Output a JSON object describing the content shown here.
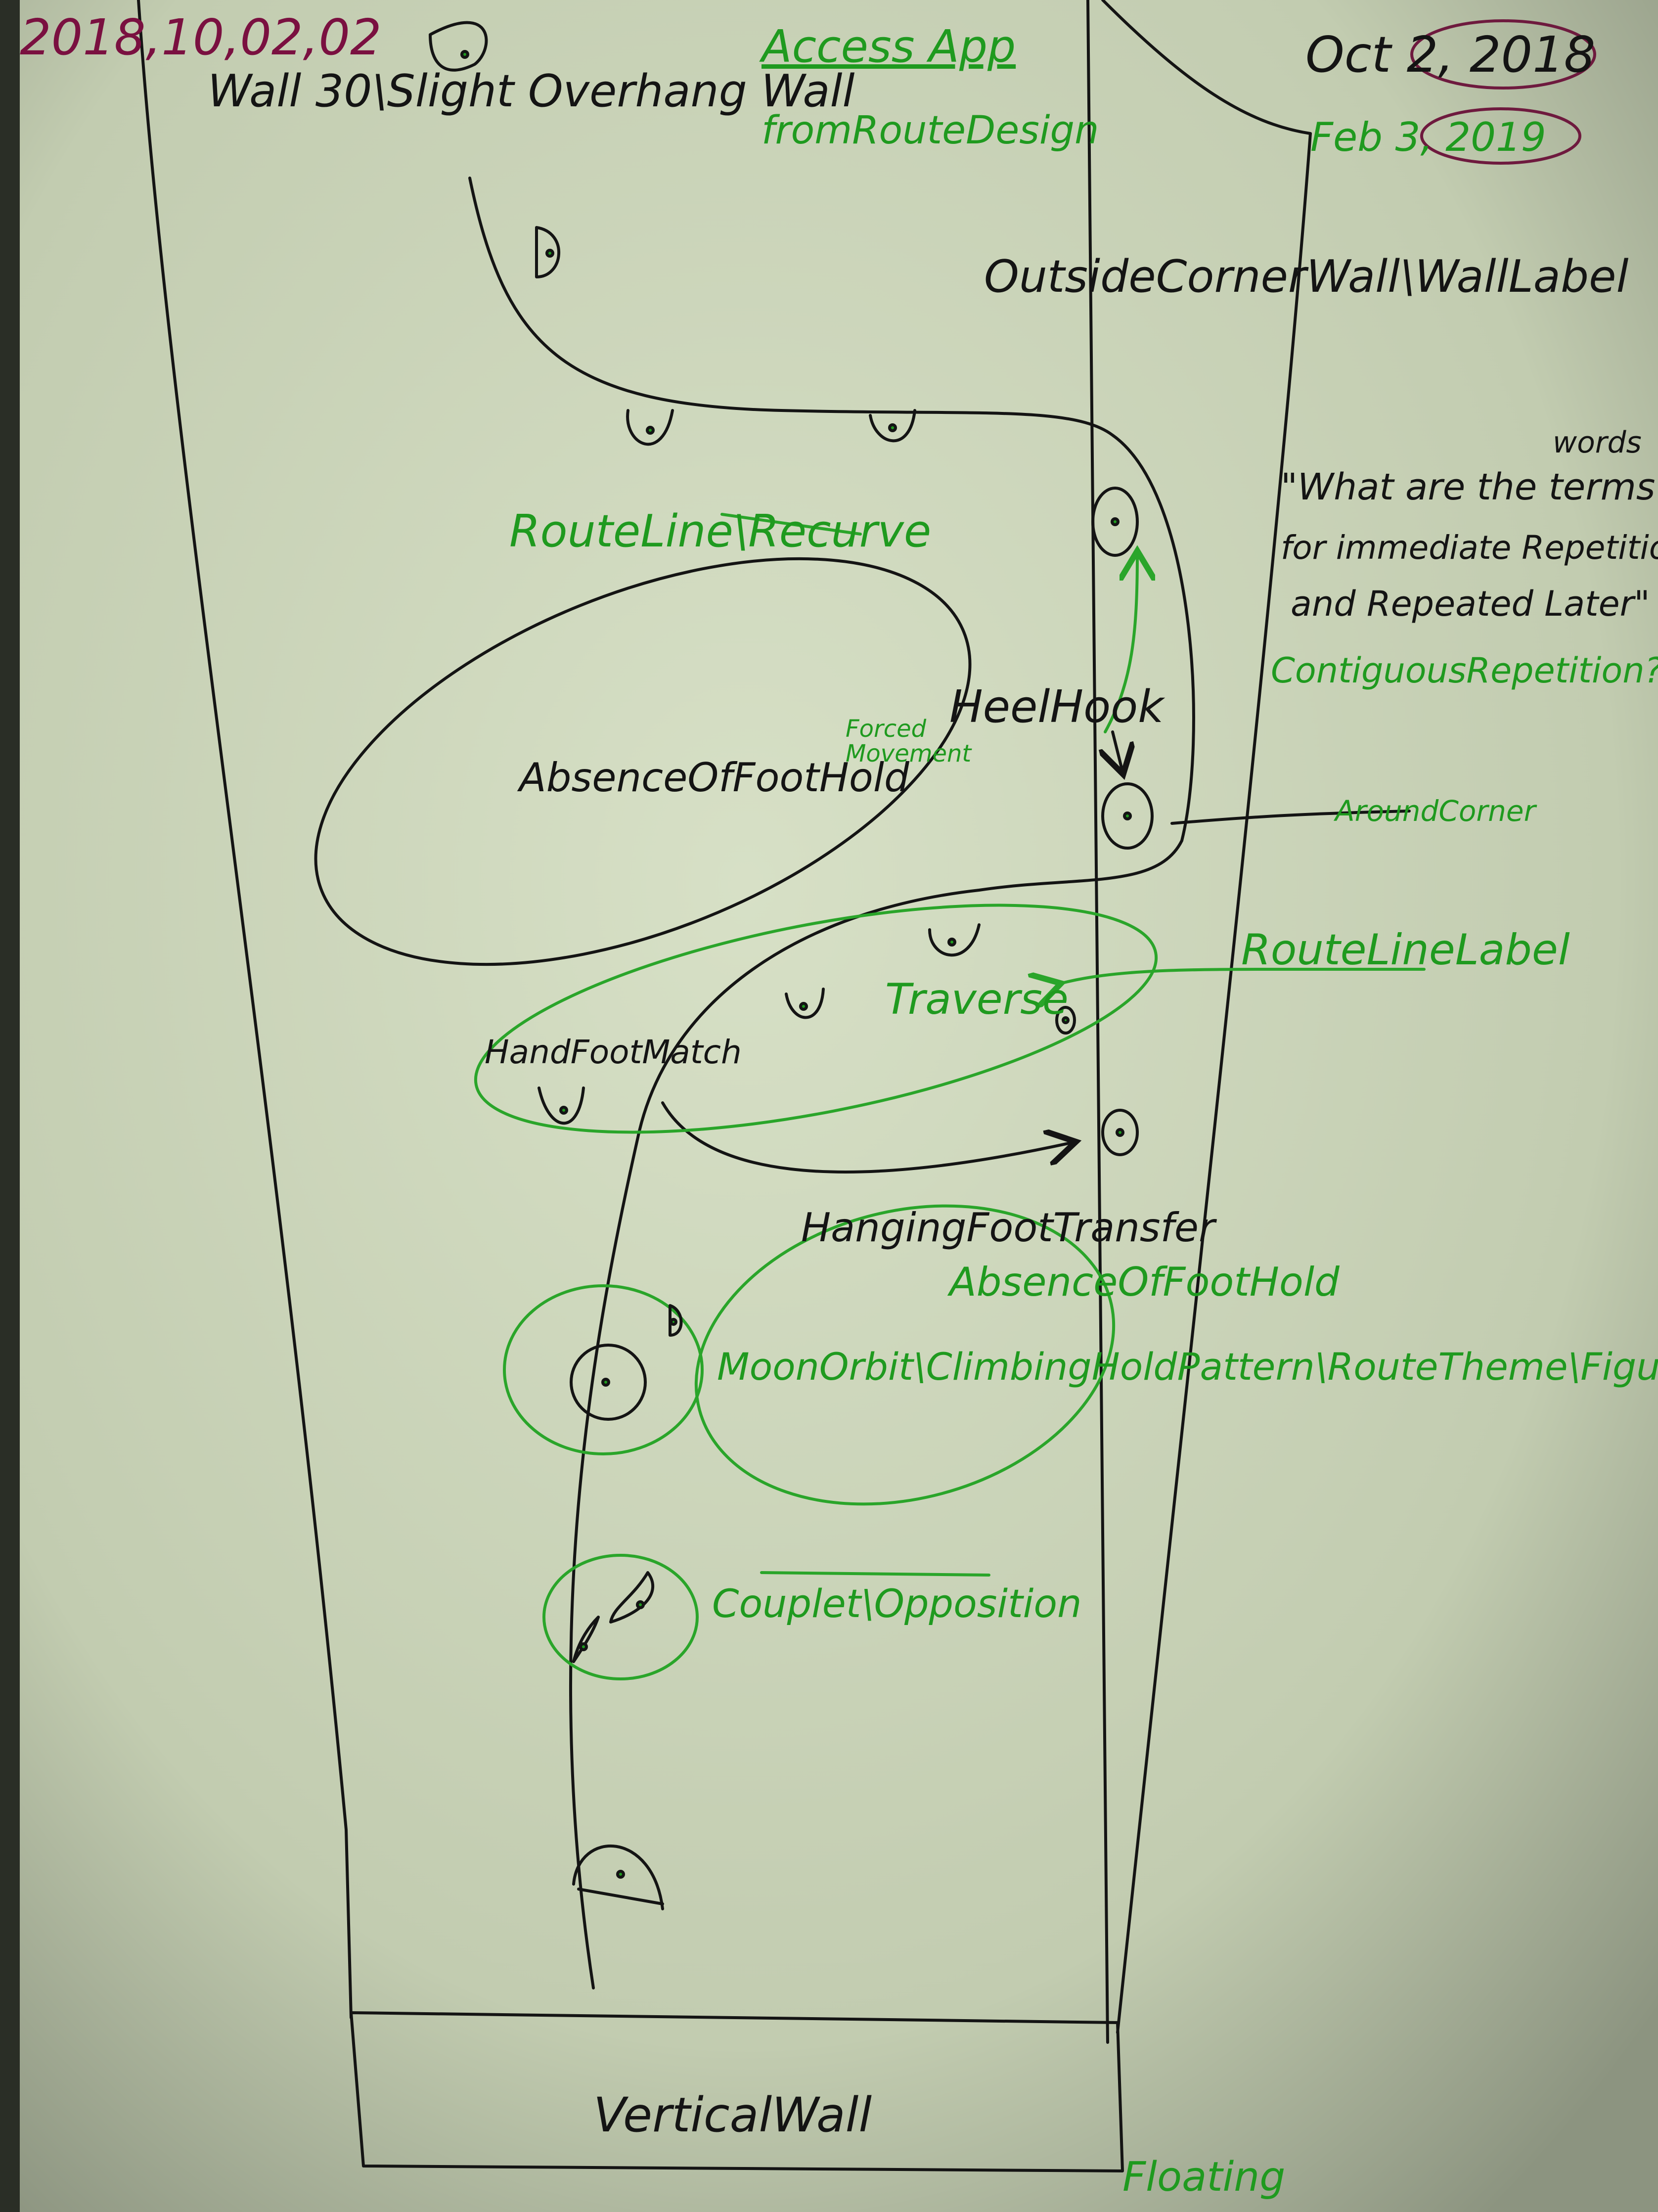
{
  "dates": {
    "top_left": "2018,10,02,02",
    "top_right": "Oct 2, 2018",
    "top_right_secondary": "Feb 3, 2019"
  },
  "labels": {
    "wall_title": "Wall 30\\Slight Overhang Wall",
    "access_app": "Access App",
    "from_route_design": "fromRouteDesign",
    "outside_corner": "OutsideCornerWall\\WallLabel",
    "route_line_recurve": "RouteLine\\Recurve",
    "absence_foothold_main": "AbsenceOfFootHold",
    "forced_movement_1": "Forced",
    "forced_movement_2": "Movement",
    "heel_hook": "HeelHook",
    "around_corner": "AroundCorner",
    "route_line_label": "RouteLineLabel",
    "traverse": "Traverse",
    "hand_foot_match": "HandFootMatch",
    "hanging_foot_transfer": "HangingFootTransfer",
    "absence_foothold_green": "AbsenceOfFootHold",
    "moon_orbit": "MoonOrbit\\ClimbingHoldPattern\\RouteTheme\\Figurative",
    "couplet": "Couplet\\Opposition",
    "vertical_wall": "VerticalWall",
    "floating": "Floating"
  },
  "question": {
    "extra_word": "words",
    "line1": "\"What are the terms",
    "line2": "for immediate Repetition",
    "line3": "and Repeated Later\"",
    "line4": "ContiguousRepetition?"
  },
  "colors": {
    "paper": "#c9d3b8",
    "ink": "#141414",
    "green": "#1f9a1f",
    "magenta": "#7a1040"
  }
}
